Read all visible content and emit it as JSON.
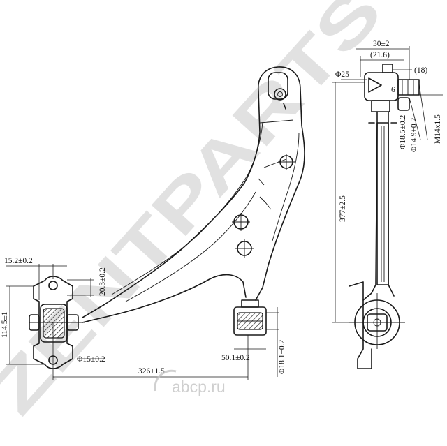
{
  "watermark": {
    "brand": "ZENTPARTS",
    "site": "abcp.ru"
  },
  "dimensions": {
    "d_15_2": "15.2±0.2",
    "d_20_3": "20.3±0.2",
    "d_114_5": "114.5±1",
    "d_phi15": "Φ15±0.2",
    "d_326": "326±1.5",
    "d_50_1": "50.1±0.2",
    "d_phi18_1": "Φ18.1±0.2",
    "d_30": "30±2",
    "d_21_6": "(21.6)",
    "d_18": "(18)",
    "d_phi25": "Φ25",
    "d_6": "6",
    "d_phi18_5": "Φ18.5±0.2",
    "d_phi14_9": "Φ14.9±0.2",
    "d_m14": "M14x1.5",
    "d_377": "377±2.5"
  }
}
